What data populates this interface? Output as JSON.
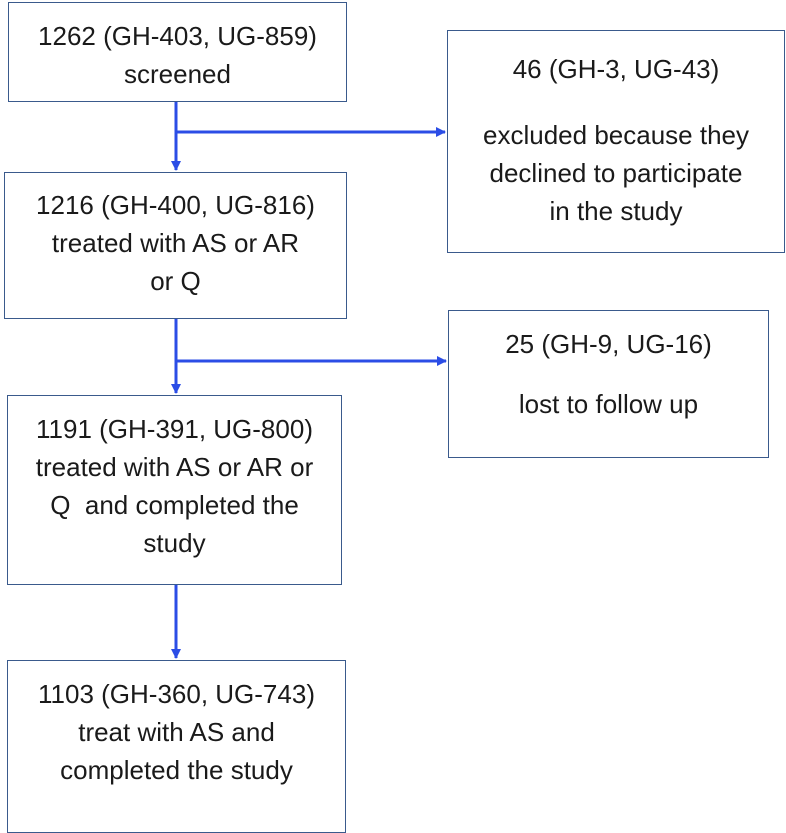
{
  "boxes": {
    "screened": {
      "count": "1262 (GH-403, UG-859)",
      "label": "screened"
    },
    "excluded": {
      "count": "46 (GH-3, UG-43)",
      "label_lines": [
        "excluded because they",
        "declined to participate",
        "in the study"
      ]
    },
    "treated": {
      "count": "1216 (GH-400, UG-816)",
      "label_lines": [
        "treated with AS or AR",
        "or Q"
      ]
    },
    "lost": {
      "count": "25 (GH-9, UG-16)",
      "label": "lost to follow up"
    },
    "completed": {
      "count": "1191 (GH-391, UG-800)",
      "label_lines": [
        "treated with AS or AR or",
        "Q  and completed the",
        "study"
      ]
    },
    "as_completed": {
      "count": "1103 (GH-360, UG-743)",
      "label_lines": [
        "treat with AS and",
        "completed the study"
      ]
    }
  },
  "colors": {
    "arrow": "#2b4de6",
    "box_border": "#3a5a8c"
  }
}
